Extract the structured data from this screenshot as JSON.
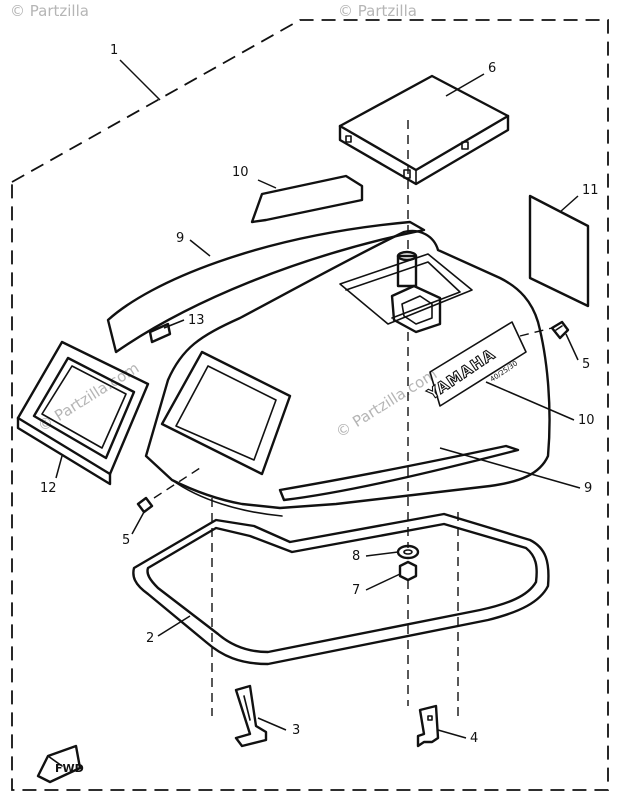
{
  "watermarks": {
    "top_left": "© Partzilla",
    "top_right": "© Partzilla",
    "left_frame": "© Partzilla.com",
    "center": "© Partzilla.com"
  },
  "cowling_labels": {
    "brand": "YAMAHA",
    "model": "40/25/30"
  },
  "nav_arrow_label": "FWD",
  "callouts": [
    {
      "id": "1",
      "label": "1"
    },
    {
      "id": "2",
      "label": "2"
    },
    {
      "id": "3",
      "label": "3"
    },
    {
      "id": "4",
      "label": "4"
    },
    {
      "id": "5a",
      "label": "5"
    },
    {
      "id": "5b",
      "label": "5"
    },
    {
      "id": "6",
      "label": "6"
    },
    {
      "id": "7",
      "label": "7"
    },
    {
      "id": "8",
      "label": "8"
    },
    {
      "id": "9a",
      "label": "9"
    },
    {
      "id": "9b",
      "label": "9"
    },
    {
      "id": "10a",
      "label": "10"
    },
    {
      "id": "10b",
      "label": "10"
    },
    {
      "id": "11",
      "label": "11"
    },
    {
      "id": "12",
      "label": "12"
    },
    {
      "id": "13",
      "label": "13"
    }
  ]
}
